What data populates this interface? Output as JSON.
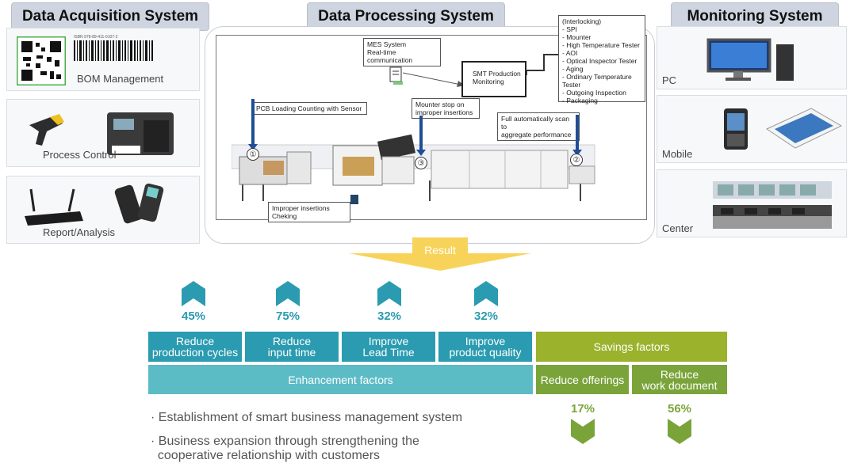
{
  "headers": {
    "left": "Data Acquisition System",
    "center": "Data Processing  System",
    "right": "Monitoring    System"
  },
  "left_cards": [
    {
      "label": "BOM Management"
    },
    {
      "label": "Process  Control"
    },
    {
      "label": "Report/Analysis"
    }
  ],
  "barcode_text": "ISBN 978-89-411-0107-2",
  "right_cards": [
    {
      "label": "PC"
    },
    {
      "label": "Mobile"
    },
    {
      "label": "Center"
    }
  ],
  "process": {
    "mes": "MES System\nReal-time communication",
    "smt": "SMT Production\nMonitoring",
    "interlock": "(Interlocking)\n- SPI\n- Mounter\n- High Temperature Tester\n- AOI\n- Optical Inspector Tester\n- Aging\n- Ordinary Temperature Tester\n- Outgoing Inspection\n- Packaging",
    "pcb": "PCB Loading Counting with Sensor",
    "mounter": "Mounter stop on\nimproper insertions",
    "scan": "Full automatically scan to\naggregate performance",
    "improper": "Improper insertions Cheking",
    "c1": "①",
    "c2": "②",
    "c3": "③"
  },
  "result_label": "Result",
  "enhancements": [
    {
      "pct": "45%",
      "label": "Reduce\nproduction cycles"
    },
    {
      "pct": "75%",
      "label": "Reduce\ninput time"
    },
    {
      "pct": "32%",
      "label": "Improve\nLead Time"
    },
    {
      "pct": "32%",
      "label": "Improve\nproduct quality"
    }
  ],
  "enhancement_factors": "Enhancement factors",
  "savings_factors": "Savings factors",
  "savings": [
    {
      "pct": "17%",
      "label": "Reduce offerings"
    },
    {
      "pct": "56%",
      "label": "Reduce\nwork document"
    }
  ],
  "bullets": [
    "· Establishment of smart business management system",
    "· Business expansion through strengthening the\n  cooperative relationship with customers"
  ],
  "colors": {
    "teal": "#2a9bb0",
    "teal_light": "#5cbcc6",
    "green": "#8fae2a",
    "green_dark": "#7aa43a",
    "result": "#f8d35a"
  }
}
